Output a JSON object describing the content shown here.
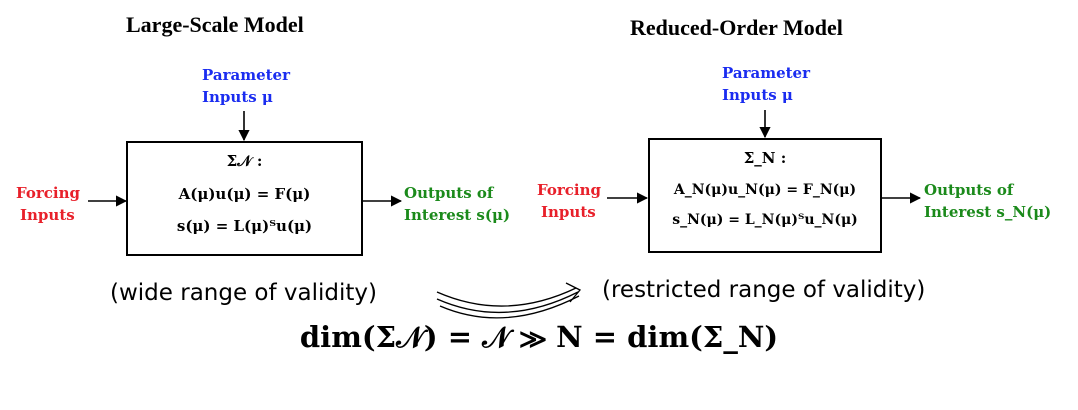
{
  "left": {
    "title": "Large-Scale Model",
    "param_line1": "Parameter",
    "param_line2": "Inputs μ",
    "forcing_line1": "Forcing",
    "forcing_line2": "Inputs",
    "output_line1": "Outputs of",
    "output_line2": "Interest s(μ)",
    "box_label": "Σ𝒩 :",
    "eq1": "A(μ)u(μ) = F(μ)",
    "eq2": "s(μ) = L(μ)ᵀu(μ)",
    "validity": "(wide range of validity)"
  },
  "right": {
    "title": "Reduced-Order Model",
    "param_line1": "Parameter",
    "param_line2": "Inputs μ",
    "forcing_line1": "Forcing",
    "forcing_line2": "Inputs",
    "output_line1": "Outputs of",
    "output_line2": "Interest s_N(μ)",
    "box_label": "Σ_N :",
    "eq1": "A_N(μ)u_N(μ) = F_N(μ)",
    "eq2": "s_N(μ) = L_N(μ)ᵀu_N(μ)",
    "validity": "(restricted range of validity)"
  },
  "formula": "dim(Σ𝒩) = 𝒩 ≫ N = dim(Σ_N)",
  "colors": {
    "parameter": "#1a2cf0",
    "forcing": "#e8202a",
    "output": "#1b8a1b"
  }
}
